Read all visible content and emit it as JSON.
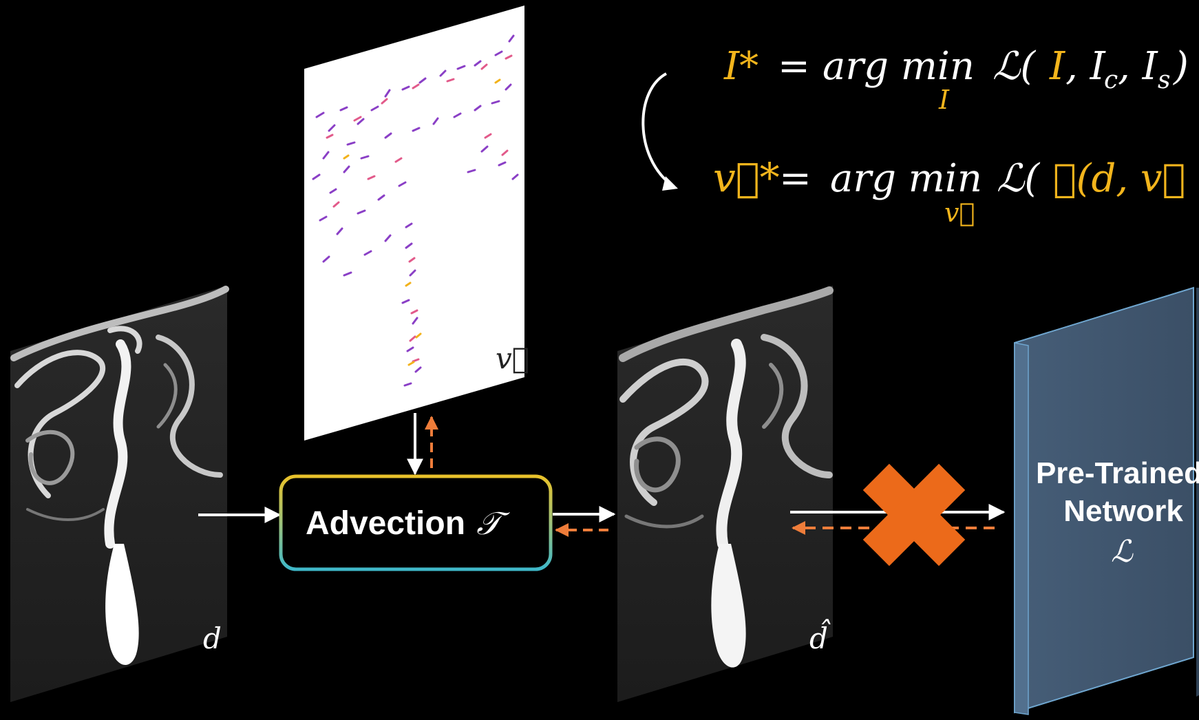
{
  "equations": {
    "line1": {
      "lhs": "I*",
      "eq": "=",
      "op": "arg min",
      "sub": "I",
      "rhs_prefix": "ℒ(",
      "rhs_var": "I",
      "rhs_rest": ", I",
      "rhs_sub_c": "c",
      "rhs_comma": ", I",
      "rhs_sub_s": "s",
      "rhs_end": ")"
    },
    "line2": {
      "lhs": "v⃗*",
      "eq": "=",
      "op": "arg min",
      "sub": "v⃗",
      "rhs_prefix": "ℒ(",
      "rhs_var": "𝒯(d, v⃗"
    }
  },
  "panels": {
    "density_label": "d",
    "velocity_label": "v⃗",
    "advected_label": "d̂"
  },
  "advection_box": {
    "label": "Advection",
    "symbol": "𝒯"
  },
  "network": {
    "line1": "Pre-Trained",
    "line2": "Network",
    "symbol": "ℒ"
  },
  "colors": {
    "background": "#000000",
    "highlight": "#f3b51c",
    "backward_arrow": "#ef7d3a",
    "cross": "#ec6a1a",
    "network_face": "#3a5068",
    "network_edge": "#6fa6cf",
    "box_gradient_top": "#e9c22a",
    "box_gradient_bottom": "#3fb8c9"
  }
}
